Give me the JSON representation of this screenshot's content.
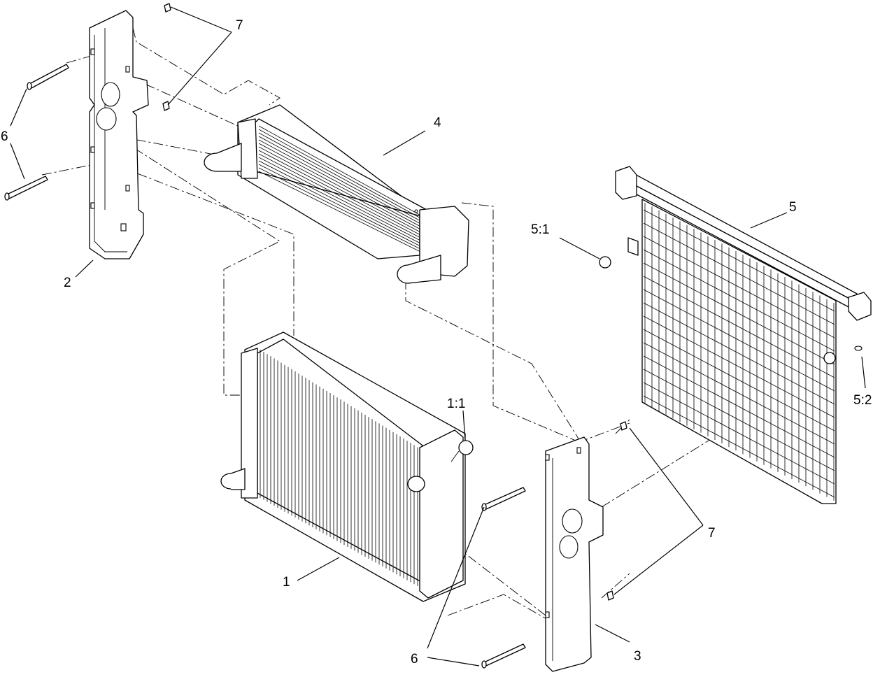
{
  "callouts": {
    "c1": "1",
    "c1_1": "1:1",
    "c2": "2",
    "c3": "3",
    "c4": "4",
    "c5": "5",
    "c5_1": "5:1",
    "c5_2": "5:2",
    "c6_left": "6",
    "c6_bottom": "6",
    "c7_top": "7",
    "c7_right": "7"
  }
}
